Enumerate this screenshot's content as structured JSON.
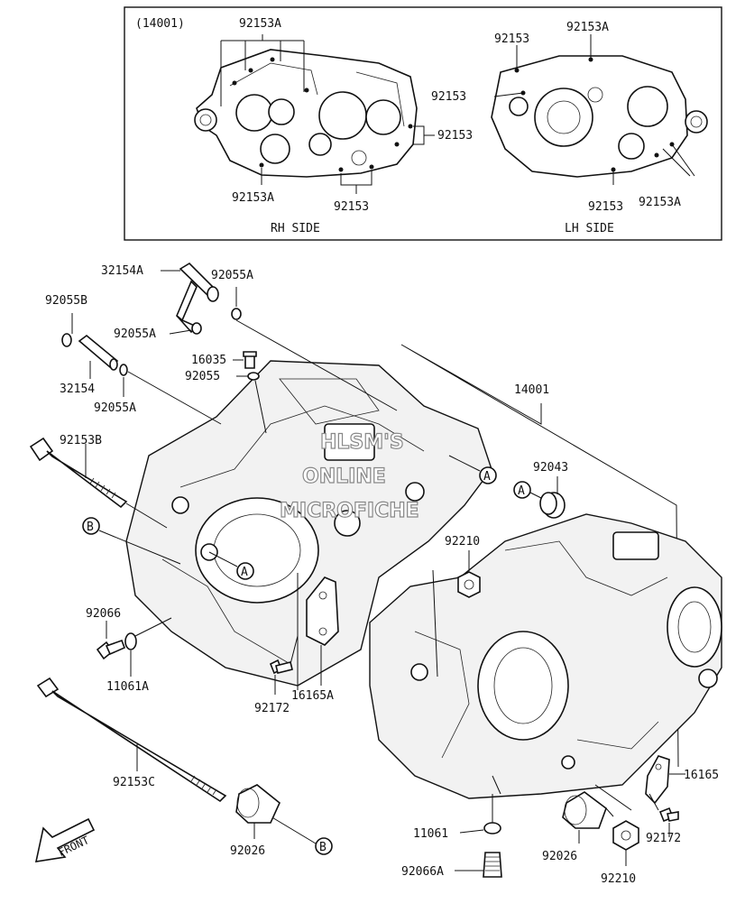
{
  "inset": {
    "ref": "(14001)",
    "rh_side": "RH SIDE",
    "lh_side": "LH SIDE",
    "labels": {
      "rh_top": "92153A",
      "rh_right": "92153",
      "rh_bottom_left": "92153A",
      "rh_bottom": "92153",
      "lh_top_left": "92153",
      "lh_top_right": "92153A",
      "lh_left": "92153",
      "lh_bottom": "92153",
      "lh_bottom_right": "92153A"
    }
  },
  "parts": {
    "p32154A": "32154A",
    "p92055A_top": "92055A",
    "p92055B": "92055B",
    "p92055A_mid": "92055A",
    "p16035": "16035",
    "p92055": "92055",
    "p32154": "32154",
    "p92055A_low": "92055A",
    "p14001": "14001",
    "p92153B": "92153B",
    "p92043": "92043",
    "p92210_mid": "92210",
    "p92066": "92066",
    "p11061A": "11061A",
    "p92172_left": "92172",
    "p16165A": "16165A",
    "p92153C": "92153C",
    "p16165": "16165",
    "p11061": "11061",
    "p92026_left": "92026",
    "p92026_right": "92026",
    "p92172_right": "92172",
    "p92066A": "92066A",
    "p92210_bottom": "92210"
  },
  "callouts": {
    "A": "A",
    "B": "B"
  },
  "watermark": [
    "HLSM'S",
    "ONLINE",
    "MICROFICHE"
  ],
  "front_label": "FRONT"
}
